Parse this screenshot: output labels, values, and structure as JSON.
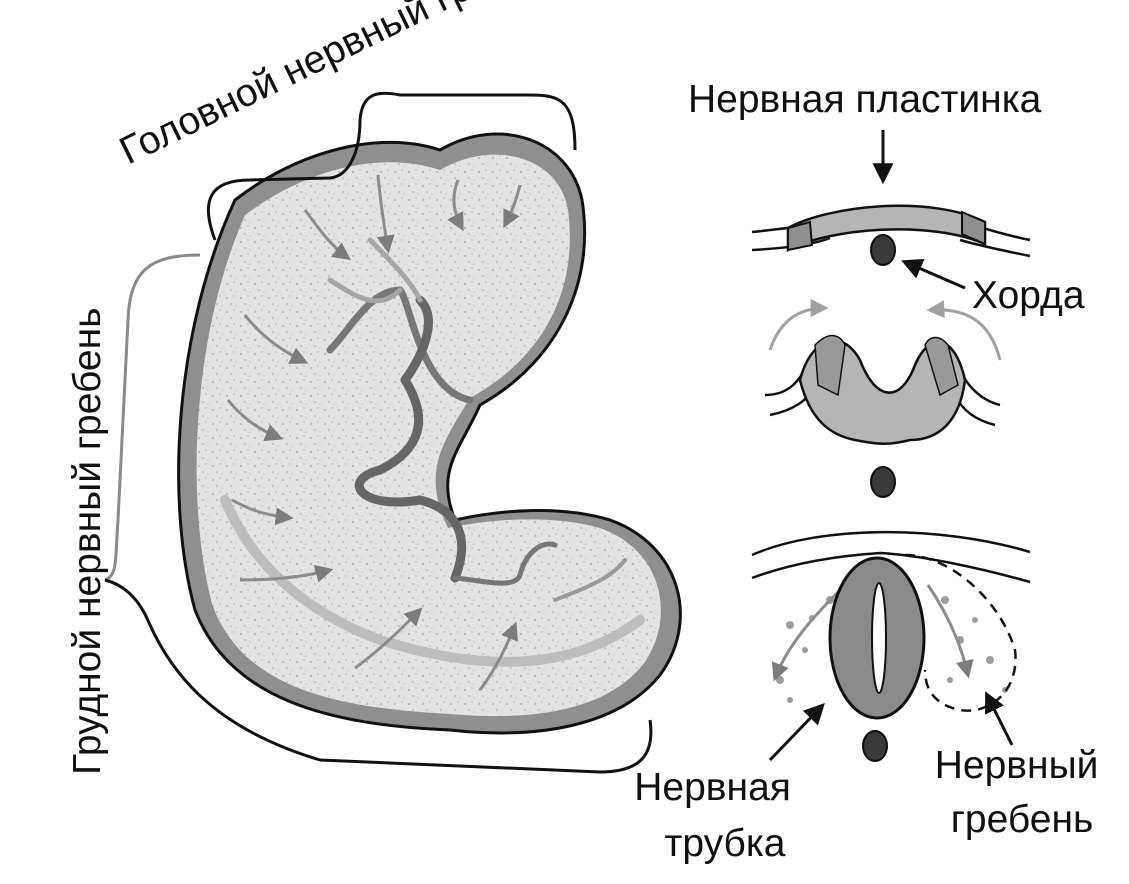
{
  "labels": {
    "cranial_crest": "Головной нервный гребень",
    "trunk_crest": "Грудной нервный гребень",
    "neural_plate": "Нервная пластинка",
    "notochord": "Хорда",
    "neural_tube_line1": "Нервная",
    "neural_tube_line2": "трубка",
    "neural_crest_line1": "Нервный",
    "neural_crest_line2": "гребень"
  },
  "colors": {
    "ink": "#111111",
    "embryo_fill": "#e3e3e3",
    "embryo_rim": "#8f8f8f",
    "tissue": "#b5b5b5",
    "tube": "#8a8a8a",
    "notochord": "#3a3a3a",
    "arrow_gray": "#8c8c8c"
  }
}
